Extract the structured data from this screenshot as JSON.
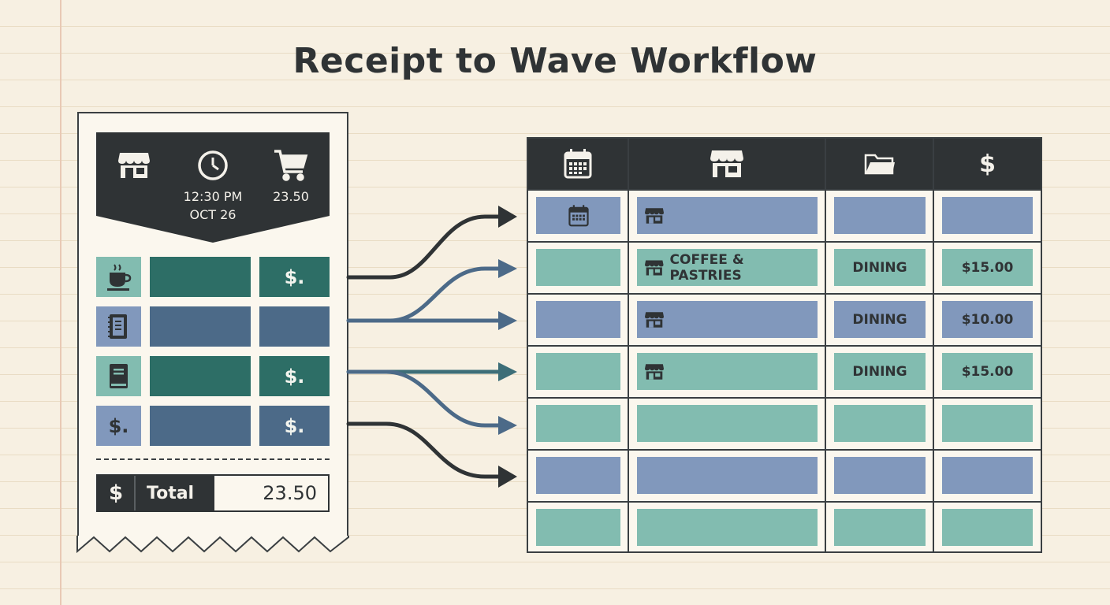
{
  "title": "Receipt to Wave Workflow",
  "colors": {
    "dark": "#2f3335",
    "teal_dark": "#2d6e66",
    "blue_dark": "#4c6a88",
    "teal_light": "#82bcb0",
    "blue_light": "#8198bc",
    "paper": "#f7f0e2"
  },
  "receipt": {
    "header": {
      "icons": [
        "store-icon",
        "clock-icon",
        "cart-icon"
      ],
      "time": "12:30 PM",
      "date": "OCT 26",
      "amount": "23.50"
    },
    "items": [
      {
        "icon": "coffee-cup-icon",
        "price_label": "$."
      },
      {
        "icon": "notebook-icon",
        "price_label": ""
      },
      {
        "icon": "book-icon",
        "price_label": "$."
      },
      {
        "icon_text": "$.",
        "price_label": "$."
      }
    ],
    "total": {
      "symbol": "$",
      "label": "Total",
      "value": "23.50"
    }
  },
  "ledger": {
    "header_icons": [
      "calendar-icon",
      "store-icon",
      "folder-icon",
      "dollar-icon"
    ],
    "header_dollar": "$",
    "rows": [
      {
        "merchant": "",
        "category": "",
        "amount": "",
        "row_icons": [
          "calendar-icon",
          "store-icon"
        ]
      },
      {
        "merchant": "COFFEE & PASTRIES",
        "category": "DINING",
        "amount": "$15.00",
        "row_icons": [
          "store-icon"
        ]
      },
      {
        "merchant": "",
        "category": "DINING",
        "amount": "$10.00",
        "row_icons": [
          "store-icon"
        ]
      },
      {
        "merchant": "",
        "category": "DINING",
        "amount": "$15.00",
        "row_icons": [
          "store-icon"
        ]
      },
      {
        "merchant": "",
        "category": "",
        "amount": "",
        "row_icons": []
      },
      {
        "merchant": "",
        "category": "",
        "amount": "",
        "row_icons": []
      },
      {
        "merchant": "",
        "category": "",
        "amount": "",
        "row_icons": []
      }
    ]
  }
}
